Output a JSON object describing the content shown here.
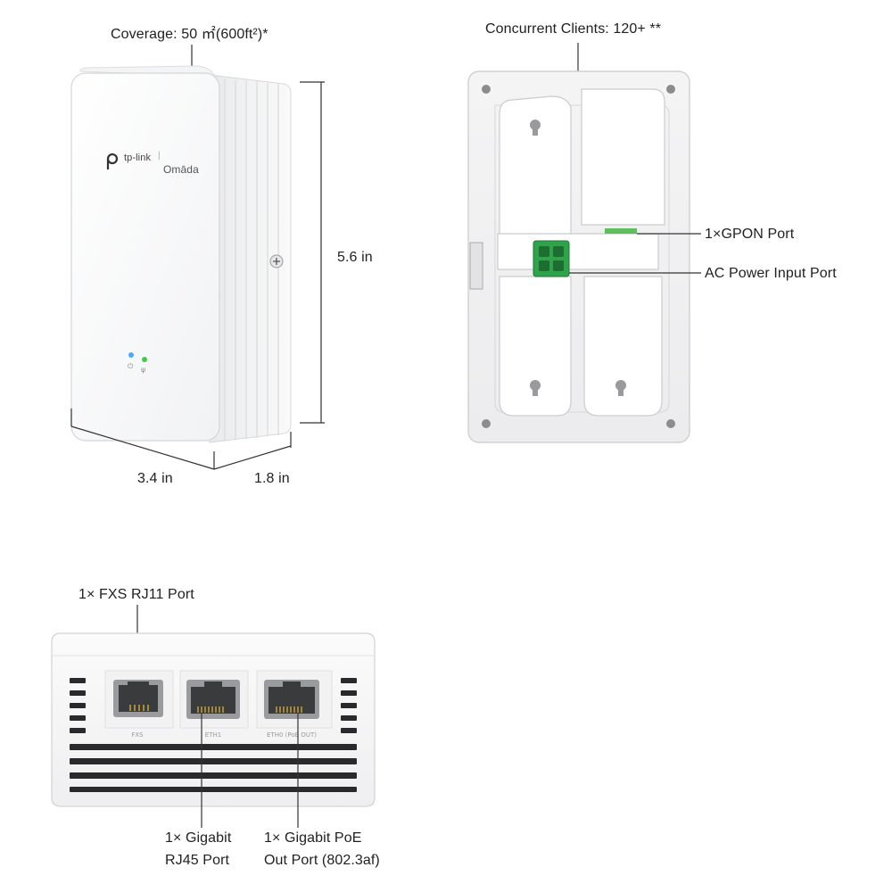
{
  "front_view": {
    "coverage": "Coverage: 50 ㎡(600ft²)*",
    "brand": "tp-link",
    "product_line": "Omāda",
    "height": "5.6 in",
    "width": "3.4 in",
    "depth": "1.8 in",
    "led_colors": {
      "power": "#4aa8ff",
      "status": "#3ccc4a"
    }
  },
  "back_view": {
    "clients": "Concurrent Clients: 120+ **",
    "gpon_port": "1×GPON Port",
    "ac_port": "AC Power Input Port",
    "terminal_color": "#2fa34a"
  },
  "bottom_view": {
    "fxs_port": "1× FXS RJ11 Port",
    "eth_port_line1": "1× Gigabit",
    "eth_port_line2": "RJ45 Port",
    "poe_port_line1": "1× Gigabit PoE",
    "poe_port_line2": "Out Port (802.3af)",
    "port_labels": [
      "FXS",
      "ETH1",
      "ETH0 (PoE OUT)"
    ]
  }
}
